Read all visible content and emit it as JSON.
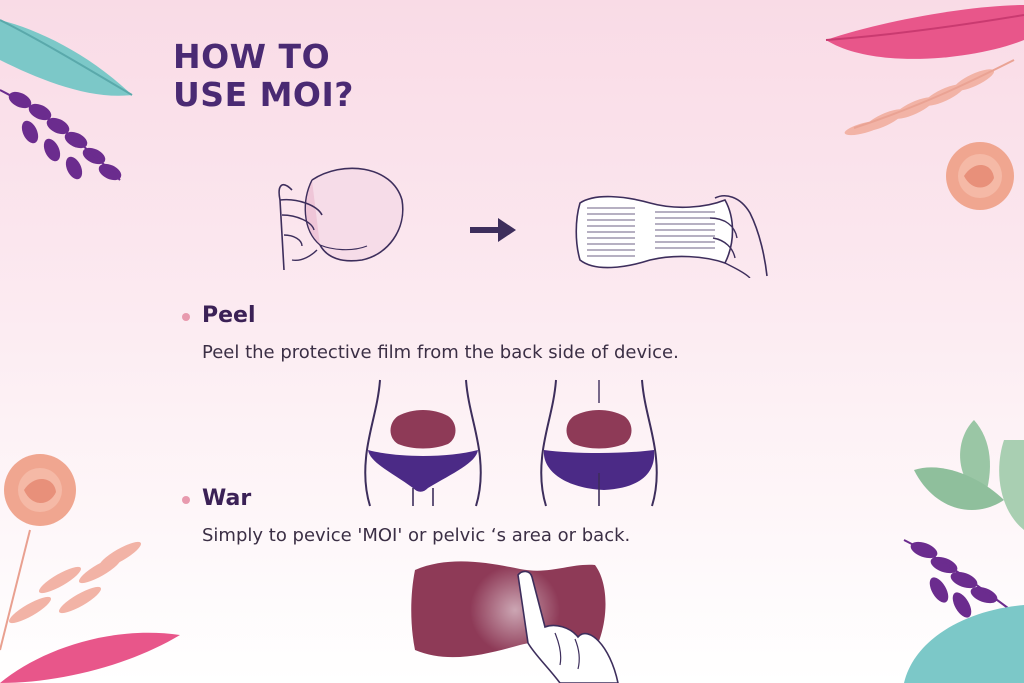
{
  "title": {
    "line1": "HOW TO",
    "line2": "USE MOI?"
  },
  "steps": [
    {
      "name": "Peel",
      "description": "Peel the protective film from the back side of device."
    },
    {
      "name": "War",
      "description": "Simply to pevice 'MOI' or pelvic ‘s area or back."
    }
  ],
  "icons": {
    "arrow": "right-arrow-icon",
    "peel_left": "hand-peeling-film-icon",
    "peel_right": "hand-holding-patch-icon",
    "wear_front": "body-front-with-patch-icon",
    "wear_back": "body-back-with-patch-icon",
    "tap": "finger-tapping-device-icon"
  },
  "colors": {
    "title": "#4a2a73",
    "bullet": "#e89aae",
    "device": "#8e3a57",
    "underwear": "#4b2a86",
    "line": "#3d2e5c"
  }
}
